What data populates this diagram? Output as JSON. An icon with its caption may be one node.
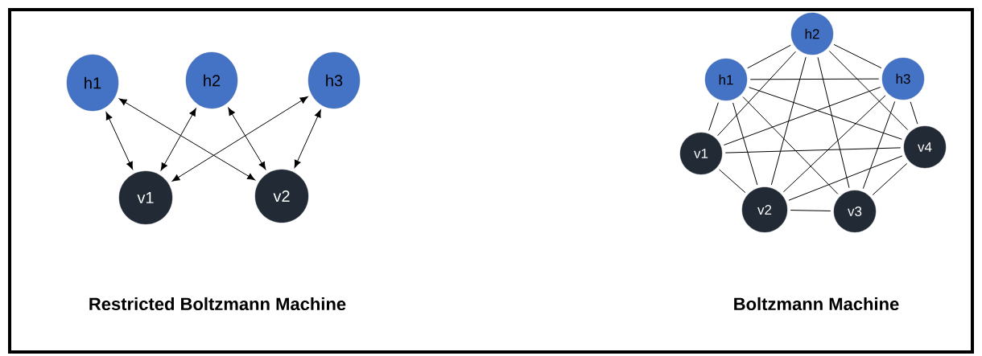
{
  "diagram": {
    "nodes": [
      {
        "text": [
          "h1"
        ]
      },
      {
        "text": [
          "h2"
        ]
      },
      {
        "text": [
          "h3"
        ]
      },
      {
        "text": [
          "v1"
        ]
      },
      {
        "text": [
          "v2"
        ]
      },
      {
        "text": [
          "h1"
        ]
      },
      {
        "text": [
          "h2"
        ]
      },
      {
        "text": [
          "h3"
        ]
      },
      {
        "text": [
          "v1"
        ]
      },
      {
        "text": [
          "v2"
        ]
      },
      {
        "text": [
          "v3"
        ]
      },
      {
        "text": [
          "v4"
        ]
      }
    ],
    "edges": [
      {
        "from": 0,
        "to": 3,
        "arrow": "both"
      },
      {
        "from": 0,
        "to": 4,
        "arrow": "both"
      },
      {
        "from": 1,
        "to": 3,
        "arrow": "both"
      },
      {
        "from": 1,
        "to": 4,
        "arrow": "both"
      },
      {
        "from": 2,
        "to": 3,
        "arrow": "both"
      },
      {
        "from": 2,
        "to": 4,
        "arrow": "both"
      },
      {
        "from": 5,
        "to": 6,
        "arrow": "none"
      },
      {
        "from": 6,
        "to": 7,
        "arrow": "none"
      },
      {
        "from": 5,
        "to": 7,
        "arrow": "none"
      },
      {
        "from": 5,
        "to": 8,
        "arrow": "none"
      },
      {
        "from": 5,
        "to": 9,
        "arrow": "none"
      },
      {
        "from": 5,
        "to": 10,
        "arrow": "none"
      },
      {
        "from": 5,
        "to": 11,
        "arrow": "none"
      },
      {
        "from": 6,
        "to": 8,
        "arrow": "none"
      },
      {
        "from": 6,
        "to": 9,
        "arrow": "none"
      },
      {
        "from": 6,
        "to": 10,
        "arrow": "none"
      },
      {
        "from": 6,
        "to": 11,
        "arrow": "none"
      },
      {
        "from": 7,
        "to": 8,
        "arrow": "none"
      },
      {
        "from": 7,
        "to": 9,
        "arrow": "none"
      },
      {
        "from": 7,
        "to": 10,
        "arrow": "none"
      },
      {
        "from": 7,
        "to": 11,
        "arrow": "none"
      },
      {
        "from": 8,
        "to": 9,
        "arrow": "none"
      },
      {
        "from": 8,
        "to": 11,
        "arrow": "none"
      },
      {
        "from": 9,
        "to": 10,
        "arrow": "none"
      },
      {
        "from": 9,
        "to": 11,
        "arrow": "none"
      },
      {
        "from": 10,
        "to": 11,
        "arrow": "none"
      }
    ],
    "labels": [
      "Restricted Boltzmann Machine",
      "Boltzmann Machine"
    ]
  }
}
